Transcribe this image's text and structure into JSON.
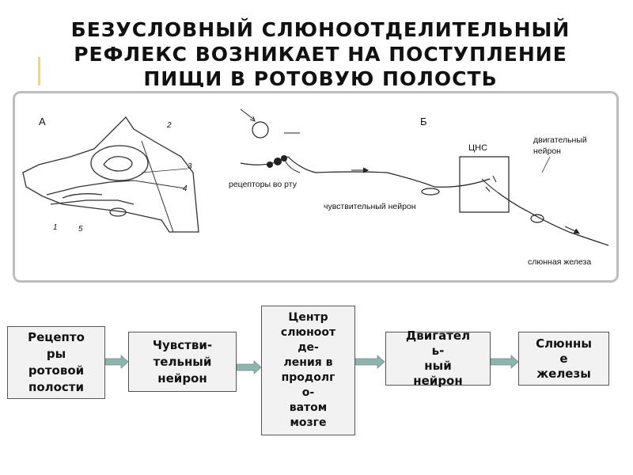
{
  "title": "БЕЗУСЛОВНЫЙ СЛЮНООТДЕЛИТЕЛЬНЫЙ\nРЕФЛЕКС ВОЗНИКАЕТ НА ПОСТУПЛЕНИЕ\nПИЩИ В РОТОВУЮ ПОЛОСТЬ",
  "figure": {
    "label_a": "А",
    "label_b": "Б",
    "numbers": [
      "1",
      "2",
      "3",
      "4",
      "5"
    ],
    "cns": "ЦНС",
    "receptors": "рецепторы во рту",
    "sensory_neuron": "чувствительный нейрон",
    "motor_neuron": "двигательный\nнейрон",
    "salivary_gland": "слюнная железа"
  },
  "flow": [
    "Рецепто\nры\nротовой\nполости",
    "Чувстви-\nтельный\nнейрон",
    "Центр\nслюноот\nде-\nления в\nпродолг\nо-\nватом\nмозге",
    "Двигател\nь-\nный\nнейрон",
    "Слюнны\nе\nжелезы"
  ],
  "colors": {
    "box_fill": "#f2f2f2",
    "arrow": "#8fb3ad",
    "frame": "#bdbdbd",
    "accent": "#e7d79a"
  }
}
